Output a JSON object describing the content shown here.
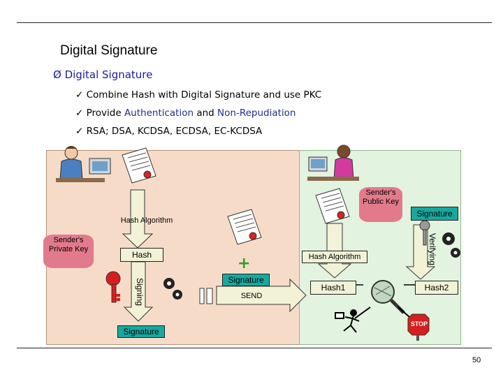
{
  "slide": {
    "title": "Digital Signature",
    "bullet_marker": "Ø",
    "bullet": "Digital Signature",
    "check": "✓",
    "sub1": "Combine Hash with Digital Signature and use PKC",
    "sub2_a": "Provide ",
    "sub2_b": "Authentication",
    "sub2_c": " and ",
    "sub2_d": "Non-Repudiation",
    "sub3": "RSA; DSA, KCDSA, ECDSA, EC-KCDSA",
    "page_number": "50"
  },
  "diagram": {
    "hash_algorithm_left": "Hash Algorithm",
    "hash_algorithm_right": "Hash Algorithm",
    "senders_private_key": "Sender's Private Key",
    "senders_public_key": "Sender's Public Key",
    "hash": "Hash",
    "signing": "Signing",
    "verifying": "Verifying",
    "signature_send": "Signature",
    "send": "SEND",
    "signature_bottom": "Signature",
    "signature_right": "Signature",
    "hash1": "Hash1",
    "hash2": "Hash2",
    "stop": "STOP",
    "plus": "+",
    "colors": {
      "left_panel": "#f6dcc8",
      "right_panel": "#e2f3df",
      "signature_box": "#17a9a0",
      "arrow_fill": "#f2f2d6",
      "title_blue": "#1a1aa0",
      "stop_red": "#d81e1e"
    },
    "icons": [
      "man-at-computer-icon",
      "woman-on-phone-icon",
      "document-icon",
      "key-icon",
      "gears-icon",
      "magnifier-icon",
      "stop-sign-icon",
      "running-man-icon"
    ]
  }
}
